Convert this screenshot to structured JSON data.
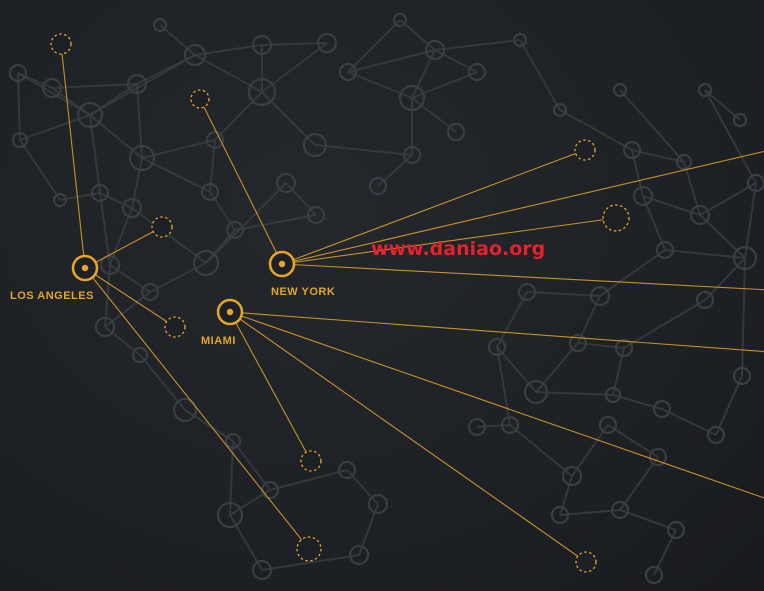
{
  "colors": {
    "accent": "#e5a526",
    "background": "#1d2024",
    "network": "#3a3e44",
    "watermark": "#e3222e"
  },
  "hubs": [
    {
      "id": "los-angeles",
      "label": "LOS ANGELES"
    },
    {
      "id": "new-york",
      "label": "NEW YORK"
    },
    {
      "id": "miami",
      "label": "MIAMI"
    }
  ],
  "watermark": "www.daniao.org"
}
